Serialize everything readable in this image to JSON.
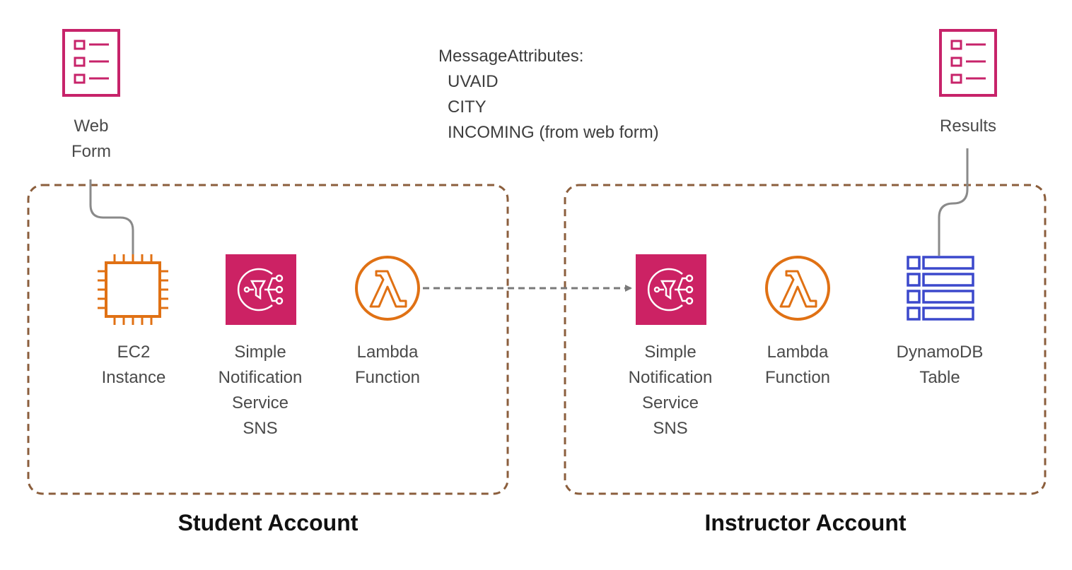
{
  "colors": {
    "boundary": "#8b5e3c",
    "connector": "#8a8a8a",
    "form_icon": "#c7236a",
    "ec2": "#e07114",
    "sns_bg": "#cc2264",
    "lambda": "#e07114",
    "dynamodb": "#3b48cc",
    "arrow": "#7a7a7a"
  },
  "message": {
    "heading": "MessageAttributes:",
    "attributes": [
      "UVAID",
      "CITY",
      "INCOMING (from web form)"
    ]
  },
  "student": {
    "account_label": "Student Account",
    "web_form": {
      "icon": "form-icon",
      "label": "Web\nForm"
    },
    "ec2": {
      "icon": "ec2-instance-icon",
      "label": "EC2\nInstance"
    },
    "sns": {
      "icon": "sns-icon",
      "label": "Simple\nNotification\nService\nSNS"
    },
    "lambda": {
      "icon": "lambda-icon",
      "label": "Lambda\nFunction"
    }
  },
  "instructor": {
    "account_label": "Instructor Account",
    "results": {
      "icon": "form-icon",
      "label": "Results"
    },
    "sns": {
      "icon": "sns-icon",
      "label": "Simple\nNotification\nService\nSNS"
    },
    "lambda": {
      "icon": "lambda-icon",
      "label": "Lambda\nFunction"
    },
    "dynamodb": {
      "icon": "dynamodb-table-icon",
      "label": "DynamoDB\nTable"
    }
  }
}
